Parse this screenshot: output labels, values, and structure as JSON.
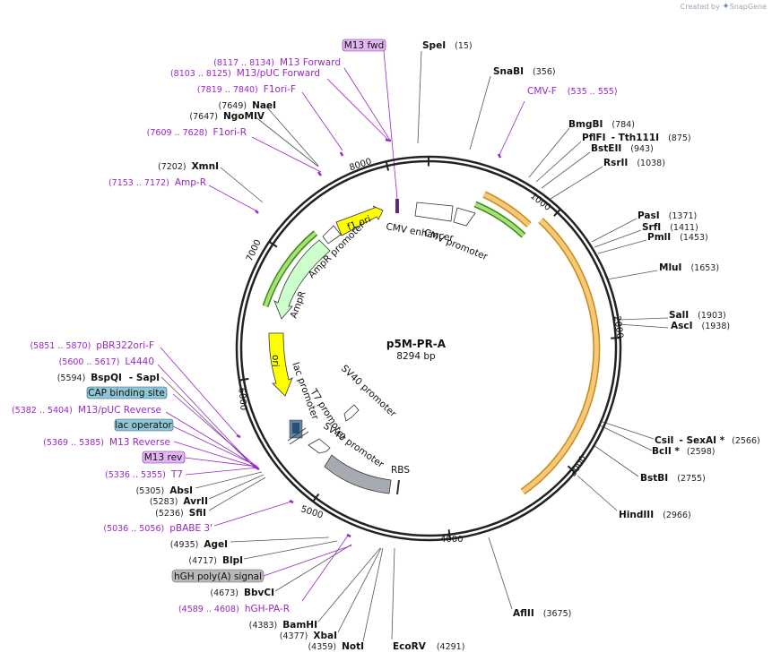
{
  "credit": {
    "prefix": "Created by",
    "brand": "SnapGene"
  },
  "plasmid": {
    "name": "p5M-PR-A",
    "size_label": "8294 bp",
    "length": 8294
  },
  "tick_labels": [
    "1000",
    "2000",
    "3000",
    "4000",
    "5000",
    "6000",
    "7000",
    "8000"
  ],
  "enzymes": [
    {
      "name": "SpeI",
      "pos": "(15)"
    },
    {
      "name": "SnaBI",
      "pos": "(356)"
    },
    {
      "name": "BmgBI",
      "pos": "(784)"
    },
    {
      "name": "PflFI",
      "pos": ""
    },
    {
      "name": "- Tth111I",
      "pos": "(875)"
    },
    {
      "name": "BstEII",
      "pos": "(943)"
    },
    {
      "name": "RsrII",
      "pos": "(1038)"
    },
    {
      "name": "PasI",
      "pos": "(1371)"
    },
    {
      "name": "SrfI",
      "pos": "(1411)"
    },
    {
      "name": "PmlI",
      "pos": "(1453)"
    },
    {
      "name": "MluI",
      "pos": "(1653)"
    },
    {
      "name": "SalI",
      "pos": "(1903)"
    },
    {
      "name": "AscI",
      "pos": "(1938)"
    },
    {
      "name": "CsiI",
      "pos": ""
    },
    {
      "name": "- SexAI *",
      "pos": "(2566)"
    },
    {
      "name": "BclI *",
      "pos": "(2598)"
    },
    {
      "name": "BstBI",
      "pos": "(2755)"
    },
    {
      "name": "HindIII",
      "pos": "(2966)"
    },
    {
      "name": "AflII",
      "pos": "(3675)"
    },
    {
      "name": "EcoRV",
      "pos": "(4291)"
    },
    {
      "name": "NotI",
      "pos": "(4359)"
    },
    {
      "name": "XbaI",
      "pos": "(4377)"
    },
    {
      "name": "BamHI",
      "pos": "(4383)"
    },
    {
      "name": "BbvCI",
      "pos": "(4673)"
    },
    {
      "name": "BlpI",
      "pos": "(4717)"
    },
    {
      "name": "AgeI",
      "pos": "(4935)"
    },
    {
      "name": "SfiI",
      "pos": "(5236)"
    },
    {
      "name": "AvrII",
      "pos": "(5283)"
    },
    {
      "name": "AbsI",
      "pos": "(5305)"
    },
    {
      "name": "BspQI",
      "pos": "(5594)"
    },
    {
      "name": "- SapI",
      "pos": ""
    },
    {
      "name": "XmnI",
      "pos": "(7202)"
    },
    {
      "name": "NgoMIV",
      "pos": "(7647)"
    },
    {
      "name": "NaeI",
      "pos": "(7649)"
    }
  ],
  "primers": [
    {
      "name": "CMV-F",
      "pos": "(535 .. 555)"
    },
    {
      "name": "F1ori-F",
      "pos": "(7819 .. 7840)"
    },
    {
      "name": "M13/pUC Forward",
      "pos": "(8103 .. 8125)"
    },
    {
      "name": "M13 Forward",
      "pos": "(8117 .. 8134)"
    },
    {
      "name": "F1ori-R",
      "pos": "(7609 .. 7628)"
    },
    {
      "name": "Amp-R",
      "pos": "(7153 .. 7172)"
    },
    {
      "name": "pBR322ori-F",
      "pos": "(5851 .. 5870)"
    },
    {
      "name": "L4440",
      "pos": "(5600 .. 5617)"
    },
    {
      "name": "M13/pUC Reverse",
      "pos": "(5382 .. 5404)"
    },
    {
      "name": "M13 Reverse",
      "pos": "(5369 .. 5385)"
    },
    {
      "name": "T7",
      "pos": "(5336 .. 5355)"
    },
    {
      "name": "pBABE 3'",
      "pos": "(5036 .. 5056)"
    },
    {
      "name": "hGH-PA-R",
      "pos": "(4589 .. 4608)"
    }
  ],
  "boxed_labels": [
    {
      "name": "M13 fwd",
      "color": "#e4b5f3"
    },
    {
      "name": "CAP binding site",
      "color": "#8fc6d6"
    },
    {
      "name": "lac operator",
      "color": "#8fc6d6"
    },
    {
      "name": "M13 rev",
      "color": "#e4b5f3"
    },
    {
      "name": "hGH poly(A) signal",
      "color": "#b8b8b8"
    }
  ],
  "features": {
    "f1_ori": "f1 ori",
    "ampr_promoter": "AmpR promoter",
    "ampr": "AmpR",
    "ori": "ori",
    "cmv_enhancer": "CMV enhancer",
    "cmv_promoter": "CMV promoter",
    "lac_promoter": "lac promoter",
    "t7_promoter": "T7 promoter",
    "sv40_promoter_inner": "SV40 promoter",
    "sv40_promoter": "SV40 promoter",
    "rbs": "RBS"
  },
  "colors": {
    "backbone": "#222222",
    "primer": "#9a27c6",
    "orange_orf": "#f5c87a",
    "orange_orf_edge": "#c98a16",
    "green_orf": "#a8e07a",
    "green_orf_edge": "#3a8a12",
    "ori": "#ffff00",
    "ampr": "#ccffcc",
    "grey_feature": "#a6abb2"
  }
}
